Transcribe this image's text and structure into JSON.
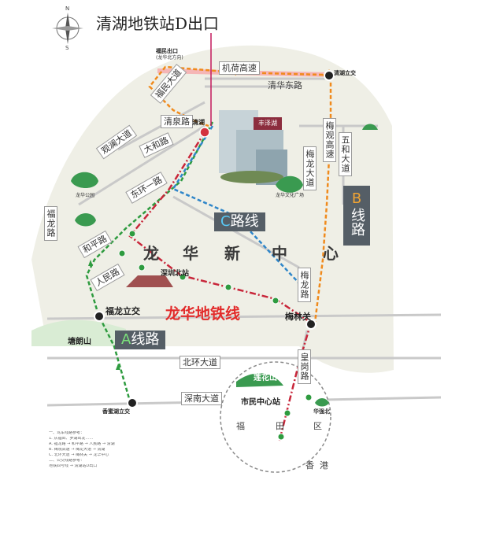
{
  "title": "清湖地铁站D出口",
  "compass": {
    "north": "N",
    "south": "S"
  },
  "routes": {
    "c": {
      "letter": "C",
      "text": "路线"
    },
    "a": {
      "letter": "A",
      "text": "线路"
    },
    "b": {
      "letter": "B",
      "text": "线路"
    },
    "metro": "龙华地铁线"
  },
  "brand": "丰泽湖",
  "district": [
    "龙",
    "华",
    "新",
    "中",
    "心"
  ],
  "roads": {
    "jihe": "机荷高速",
    "qinghua_east": "清华东路",
    "qingyuan": "清泉路",
    "fumin": "福民大道",
    "guanlan": "观澜大道",
    "dahe": "大和路",
    "donghuan1": "东环一路",
    "dongbu1": "东环一路",
    "fulong": "福龙路",
    "heping": "和平路",
    "renmin": "人民路",
    "meiguan": "梅观高速",
    "meilong": "梅龙大道",
    "wuhe": "五和大道",
    "meilong_road": "梅龙路",
    "beihuan": "北环大道",
    "shennan": "深南大道",
    "huangkang": "皇岗路"
  },
  "places": {
    "fumin_exit": "福民出口",
    "fumin_exit_sub": "(龙华北方向)",
    "qinghu_jct": "清湖立交",
    "qinghu": "清湖",
    "meilin": "梅林关",
    "fulong_jct": "福龙立交",
    "xiangmi_jct": "香蜜湖立交",
    "tanglang": "塘朗山",
    "lianhua": "莲花山",
    "civic_center": "市民中心站",
    "shenzhen_north": "深圳北站",
    "futian": [
      "福",
      "田",
      "区"
    ],
    "hongkong": [
      "香",
      "港"
    ],
    "longhua_park": "龙华公园",
    "culture_square": "龙华文化广场",
    "huaqiang_north": "华强北"
  },
  "colors": {
    "route_a": "#2e9b3f",
    "route_b": "#f08a1c",
    "route_c": "#2f86c9",
    "metro": "#c8263a",
    "highway": "#f5a0a0",
    "area_fill": "#efefe6",
    "panel": "#555e66",
    "brand": "#8c2d3e"
  },
  "legend": {
    "lines": [
      "一、驾车线路参考：",
      "1. 从福田、罗湖出发……",
      "A. 福龙路 → 和平路 → 人民路 → 清湖",
      "B. 梅观高速 → 梅龙大道 → 清湖",
      "C. 北环大道 → 梅林关 → 龙华中心",
      "二、公交线路参考：",
      "地铁四号线 → 清湖站D出口"
    ]
  }
}
